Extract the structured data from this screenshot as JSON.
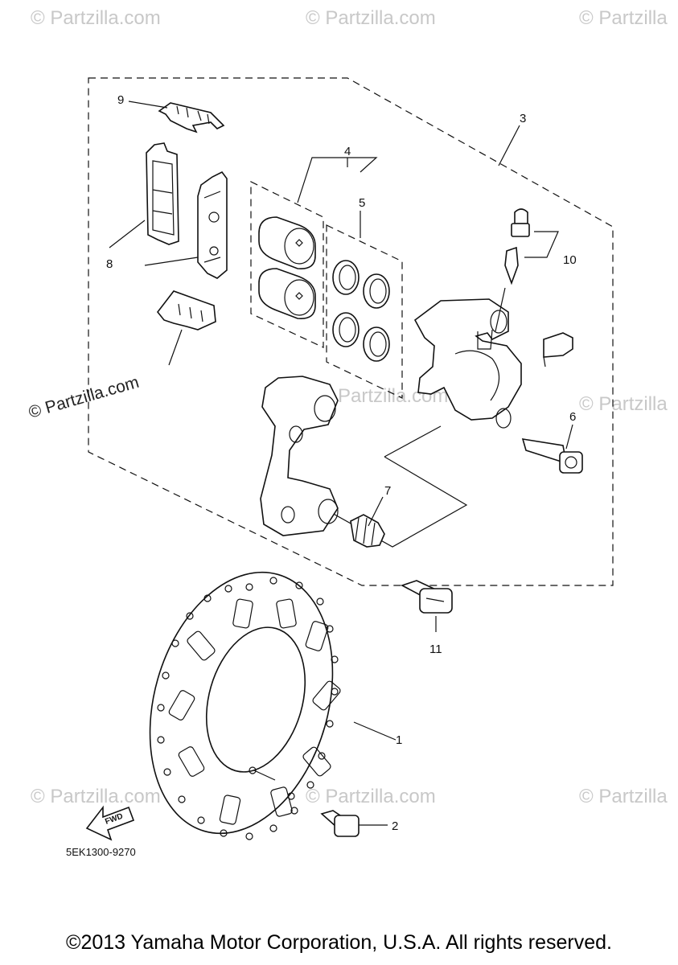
{
  "watermarks": {
    "top_left": "© Partzilla.com",
    "top_center": "© Partzilla.com",
    "top_right": "© Partzilla",
    "mid_left": "© Partzilla.com",
    "mid_center": "Partzilla.com",
    "mid_right": "© Partzilla",
    "low_left": "© Partzilla.com",
    "low_center": "© Partzilla.com",
    "low_right": "© Partzilla"
  },
  "callouts": {
    "c1": "1",
    "c2": "2",
    "c3": "3",
    "c4": "4",
    "c5": "5",
    "c6": "6",
    "c7": "7",
    "c8": "8",
    "c9": "9",
    "c10": "10",
    "c11": "11"
  },
  "fwd_label": "FWD",
  "diagram_code": "5EK1300-9270",
  "copyright": "©2013 Yamaha Motor Corporation, U.S.A. All rights reserved."
}
